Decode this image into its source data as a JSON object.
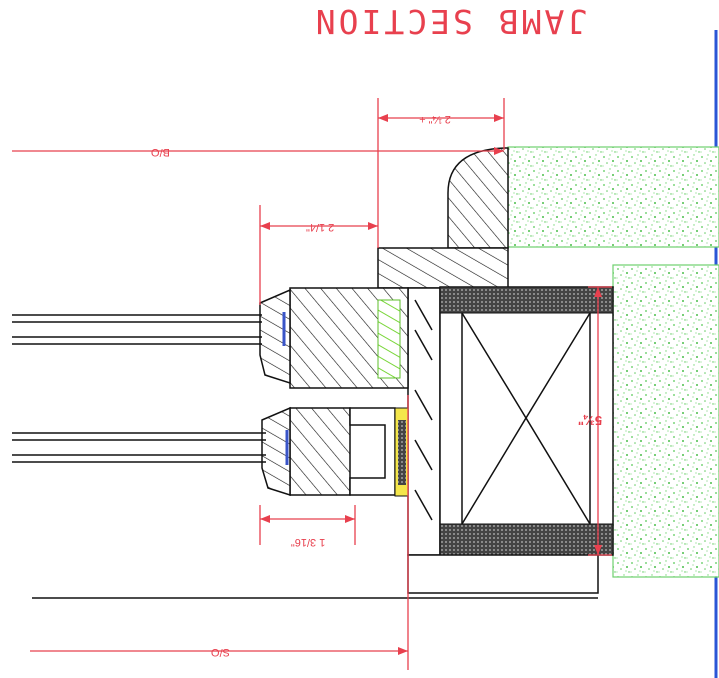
{
  "title": "JAMB SECTION",
  "dimensions": {
    "top_offset": "2 ¼\" +",
    "frame_depth": "2 1/4\"",
    "bottom_fraction": "1 3/16\"",
    "wall_depth": "5¾\"",
    "top_left_label": "B/O",
    "bottom_left_label": "S/O"
  },
  "colors": {
    "dimension": "#e8404e",
    "concrete": "#6fd06f",
    "sealant": "#f4e64a",
    "glass_edge": "#3a55c8",
    "border": "#2a55d6"
  }
}
